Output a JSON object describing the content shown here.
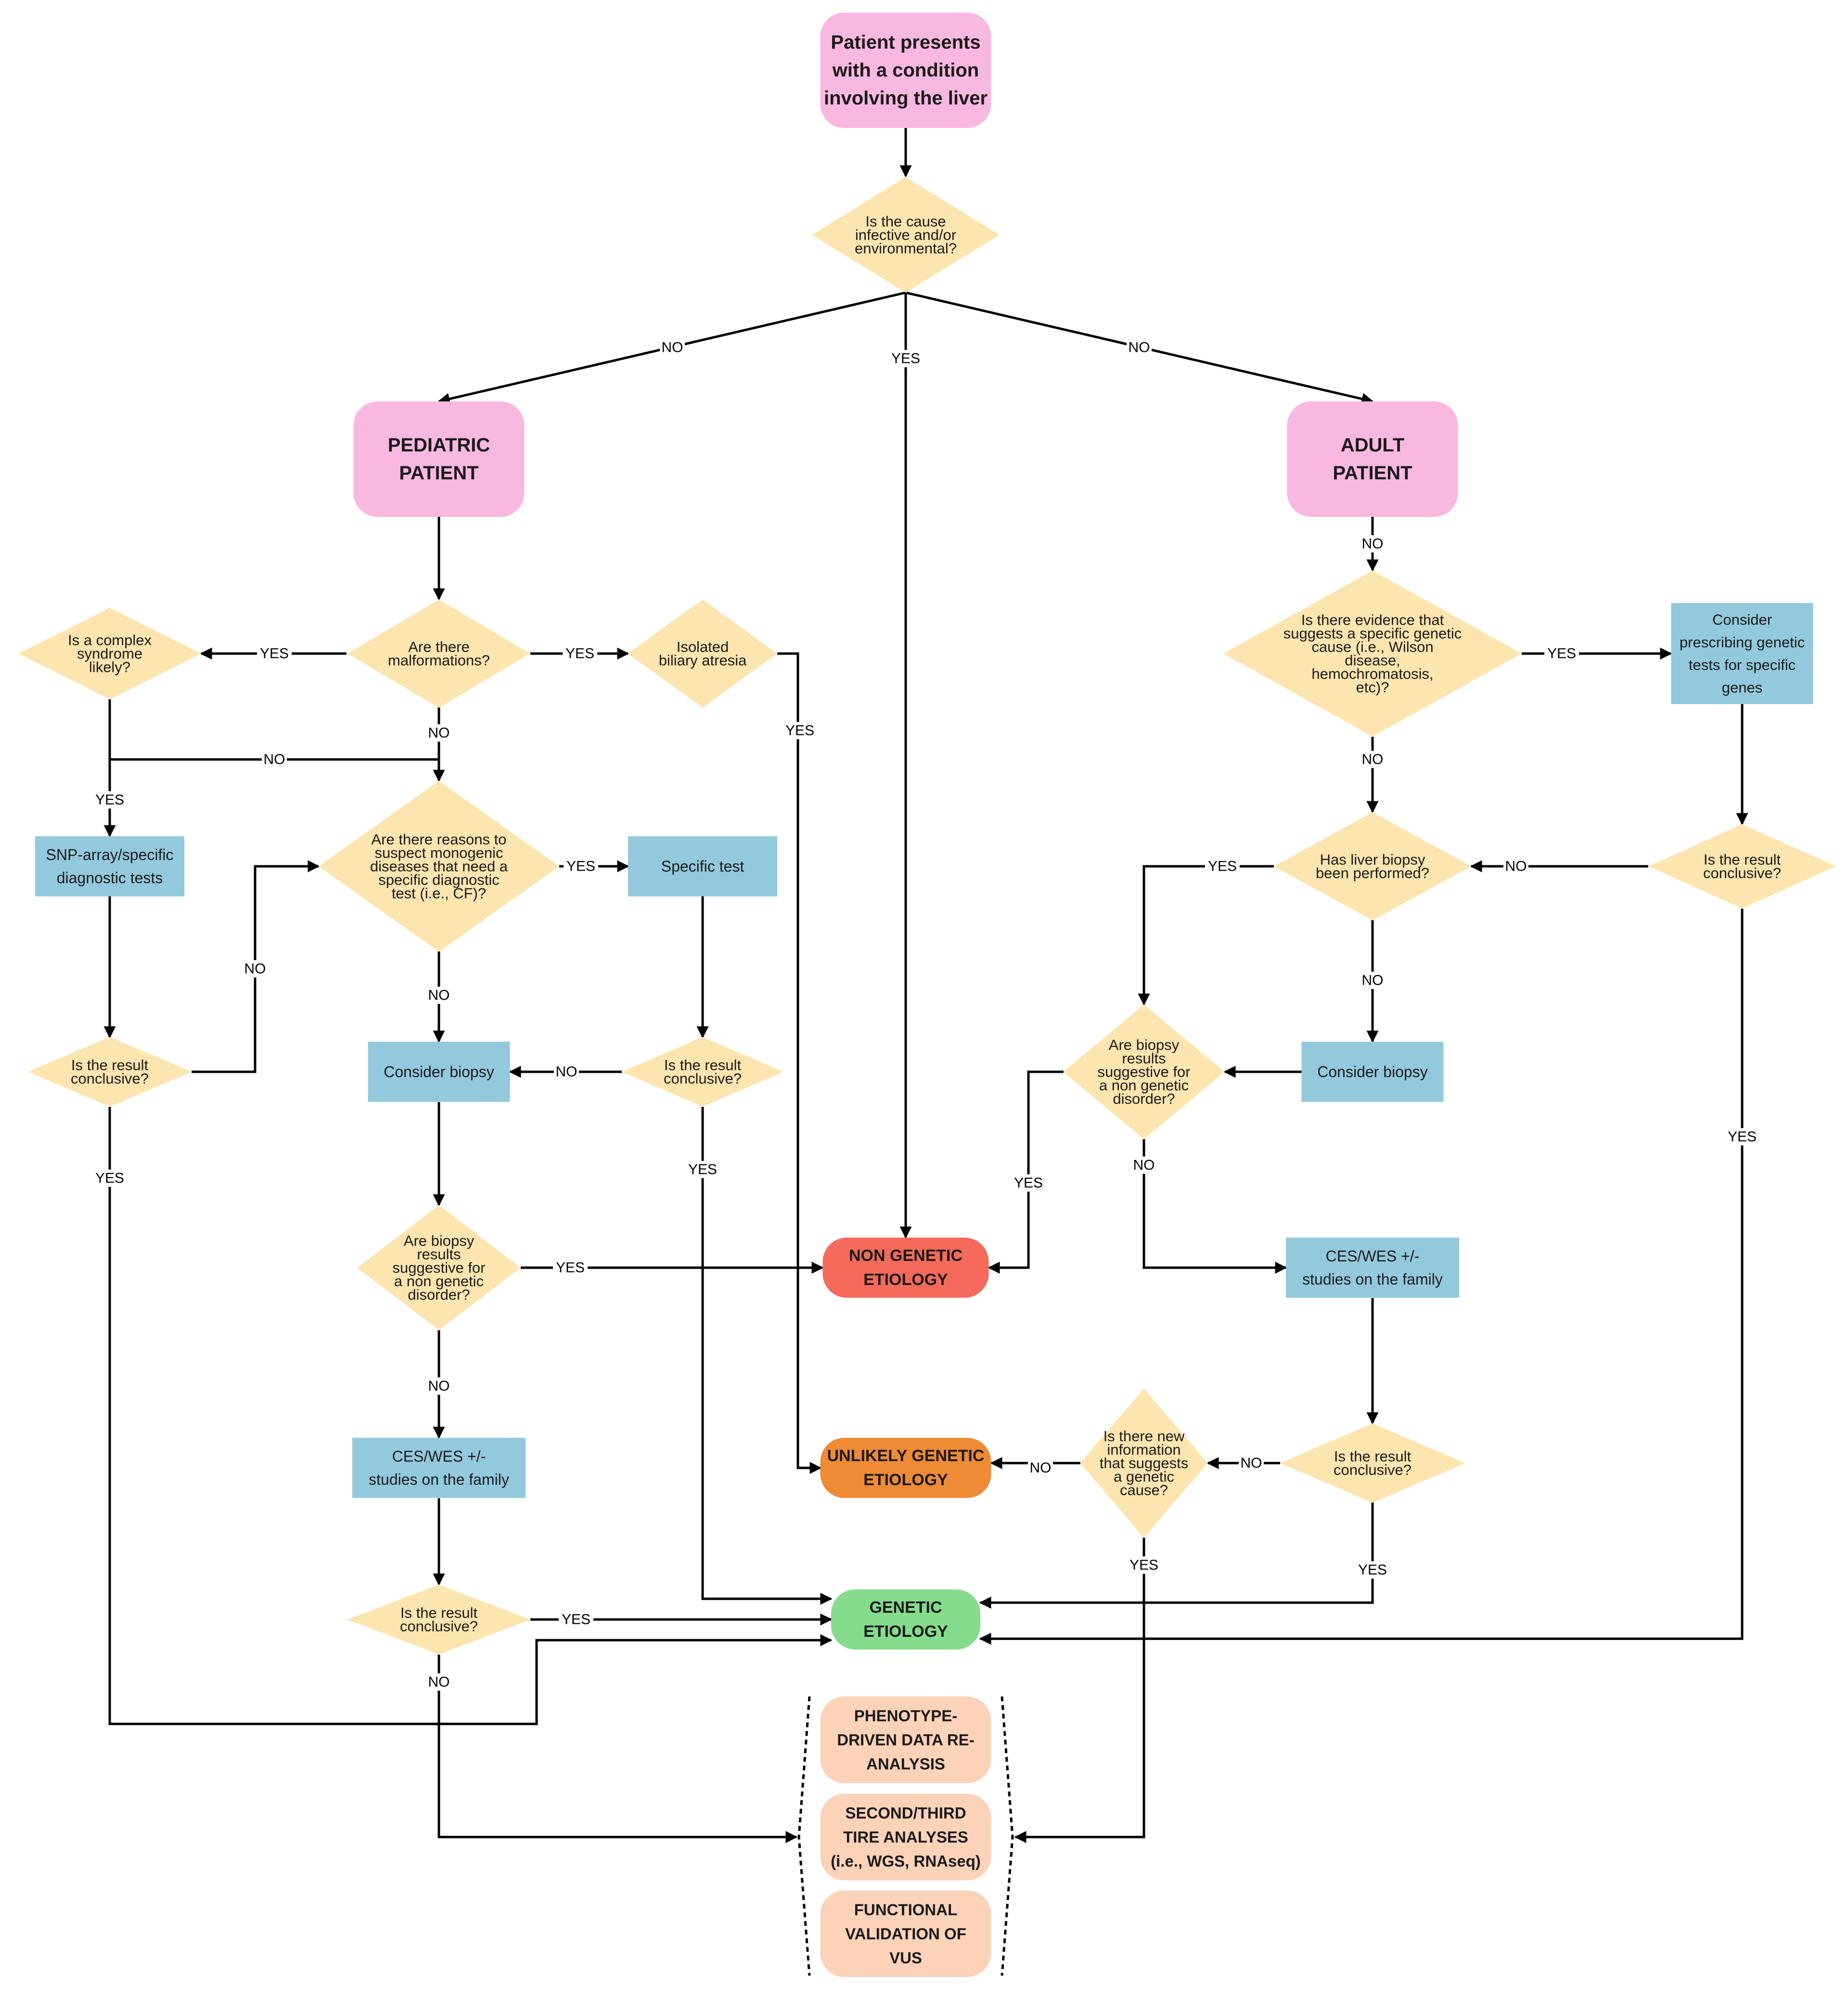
{
  "colors": {
    "start": "#f9b8e0",
    "decision": "#fde5b0",
    "process": "#92c9dc",
    "non_genetic": "#f56a5b",
    "unlikely": "#ef8a35",
    "genetic": "#84dc8c",
    "reanalysis": "#fcd2b8",
    "line": "#000000"
  },
  "nodes": {
    "start": [
      "Patient presents",
      "with a condition",
      "involving the liver"
    ],
    "cause": [
      "Is the cause",
      "infective and/or",
      "environmental?"
    ],
    "pediatric": [
      "PEDIATRIC",
      "PATIENT"
    ],
    "adult": [
      "ADULT",
      "PATIENT"
    ],
    "complex": [
      "Is a complex",
      "syndrome",
      "likely?"
    ],
    "malformations": [
      "Are there",
      "malformations?"
    ],
    "biliary": [
      "Isolated",
      "biliary atresia"
    ],
    "snp": [
      "SNP-array/specific",
      "diagnostic tests"
    ],
    "monogenic": [
      "Are there reasons to",
      "suspect monogenic",
      "diseases that need a",
      "specific diagnostic",
      "test (i.e., CF)?"
    ],
    "specific_test": [
      "Specific test"
    ],
    "ped_conc1": [
      "Is the result",
      "conclusive?"
    ],
    "ped_biopsy": [
      "Consider biopsy"
    ],
    "ped_conc2": [
      "Is the result",
      "conclusive?"
    ],
    "ped_biopsy_results": [
      "Are biopsy",
      "results",
      "suggestive for",
      "a non genetic",
      "disorder?"
    ],
    "ped_ces": [
      "CES/WES +/-",
      "studies on the family"
    ],
    "ped_conc3": [
      "Is the result",
      "conclusive?"
    ],
    "non_genetic": [
      "NON GENETIC",
      "ETIOLOGY"
    ],
    "unlikely": [
      "UNLIKELY GENETIC",
      "ETIOLOGY"
    ],
    "genetic": [
      "GENETIC",
      "ETIOLOGY"
    ],
    "evidence": [
      "Is there evidence that",
      "suggests a specific genetic",
      "cause (i.e., Wilson",
      "disease,",
      "hemochromatosis,",
      "etc)?"
    ],
    "consider_prescribing": [
      "Consider",
      "prescribing genetic",
      "tests for specific",
      "genes"
    ],
    "adult_conc1": [
      "Is the result",
      "conclusive?"
    ],
    "liver_biopsy": [
      "Has liver biopsy",
      "been performed?"
    ],
    "adult_biopsy_results": [
      "Are biopsy",
      "results",
      "suggestive for",
      "a non genetic",
      "disorder?"
    ],
    "adult_biopsy": [
      "Consider biopsy"
    ],
    "adult_ces": [
      "CES/WES +/-",
      "studies on the family"
    ],
    "adult_conc2": [
      "Is the result",
      "conclusive?"
    ],
    "new_info": [
      "Is there new",
      "information",
      "that suggests",
      "a genetic",
      "cause?"
    ],
    "reanalysis1": [
      "PHENOTYPE-",
      "DRIVEN DATA RE-",
      "ANALYSIS"
    ],
    "reanalysis2": [
      "SECOND/THIRD",
      "TIRE ANALYSES",
      "(i.e., WGS, RNAseq)"
    ],
    "reanalysis3": [
      "FUNCTIONAL",
      "VALIDATION OF",
      "VUS"
    ]
  },
  "edge_labels": {
    "yes": "YES",
    "no": "NO"
  }
}
